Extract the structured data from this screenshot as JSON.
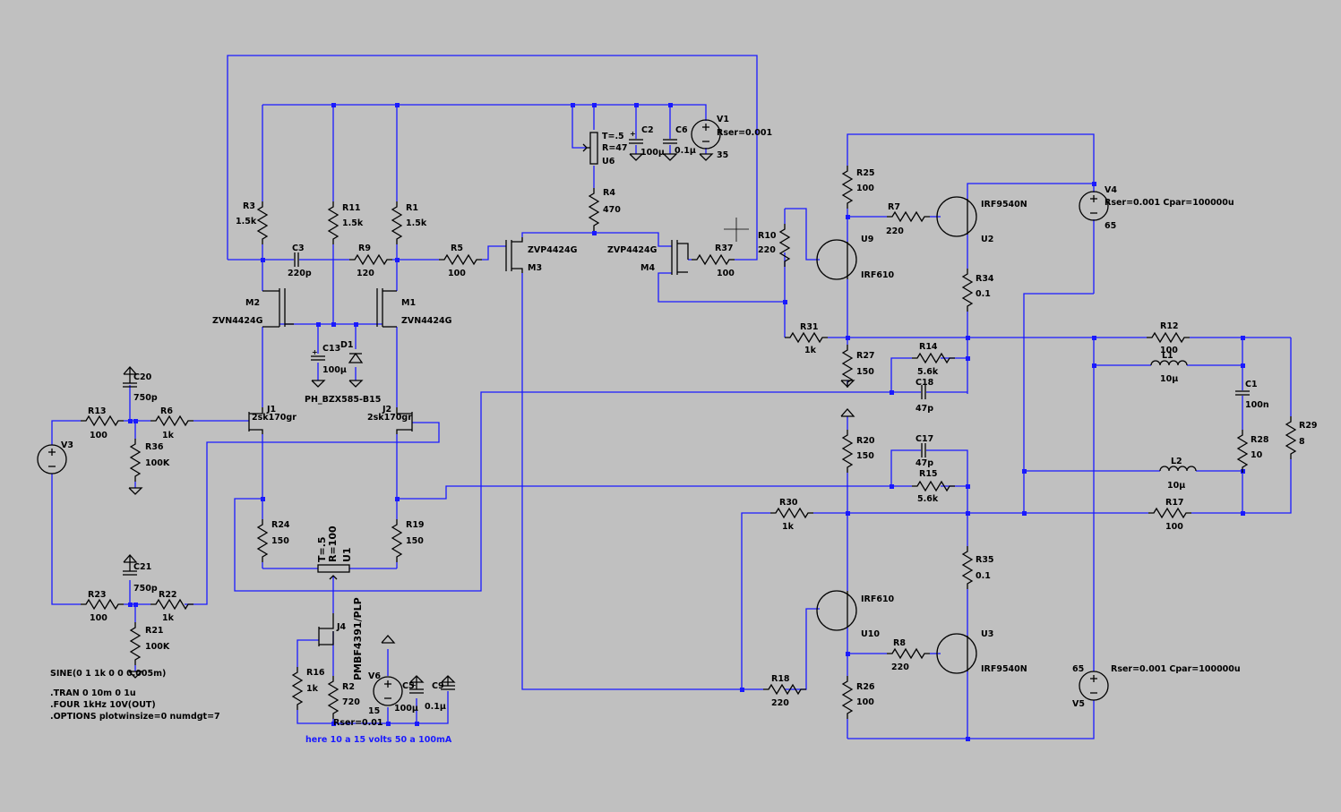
{
  "components": {
    "V1": {
      "name": "V1",
      "param": "Rser=0.001",
      "value": "35"
    },
    "V3": {
      "name": "V3"
    },
    "V4": {
      "name": "V4",
      "param": "Rser=0.001 Cpar=100000u",
      "value": "65"
    },
    "V5": {
      "name": "V5",
      "param": "Rser=0.001 Cpar=100000u",
      "value": "65"
    },
    "V6": {
      "name": "V6",
      "param": "Rser=0.01",
      "value": "15"
    },
    "R1": {
      "name": "R1",
      "value": "1.5k"
    },
    "R2": {
      "name": "R2",
      "value": "720"
    },
    "R3": {
      "name": "R3",
      "value": "1.5k"
    },
    "R4": {
      "name": "R4",
      "value": "470"
    },
    "R5": {
      "name": "R5",
      "value": "100"
    },
    "R6": {
      "name": "R6",
      "value": "1k"
    },
    "R7": {
      "name": "R7",
      "value": "220"
    },
    "R8": {
      "name": "R8",
      "value": "220"
    },
    "R9": {
      "name": "R9",
      "value": "120"
    },
    "R10": {
      "name": "R10",
      "value": "220"
    },
    "R11": {
      "name": "R11",
      "value": "1.5k"
    },
    "R12": {
      "name": "R12",
      "value": "100"
    },
    "R13": {
      "name": "R13",
      "value": "100"
    },
    "R14": {
      "name": "R14",
      "value": "5.6k"
    },
    "R15": {
      "name": "R15",
      "value": "5.6k"
    },
    "R16": {
      "name": "R16",
      "value": "1k"
    },
    "R17": {
      "name": "R17",
      "value": "100"
    },
    "R18": {
      "name": "R18",
      "value": "220"
    },
    "R19": {
      "name": "R19",
      "value": "150"
    },
    "R20": {
      "name": "R20",
      "value": "150"
    },
    "R21": {
      "name": "R21",
      "value": "100K"
    },
    "R22": {
      "name": "R22",
      "value": "1k"
    },
    "R23": {
      "name": "R23",
      "value": "100"
    },
    "R24": {
      "name": "R24",
      "value": "150"
    },
    "R25": {
      "name": "R25",
      "value": "100"
    },
    "R26": {
      "name": "R26",
      "value": "100"
    },
    "R27": {
      "name": "R27",
      "value": "150"
    },
    "R28": {
      "name": "R28",
      "value": "10"
    },
    "R29": {
      "name": "R29",
      "value": "8"
    },
    "R30": {
      "name": "R30",
      "value": "1k"
    },
    "R31": {
      "name": "R31",
      "value": "1k"
    },
    "R34": {
      "name": "R34",
      "value": "0.1"
    },
    "R35": {
      "name": "R35",
      "value": "0.1"
    },
    "R36": {
      "name": "R36",
      "value": "100K"
    },
    "R37": {
      "name": "R37",
      "value": "100"
    },
    "C1": {
      "name": "C1",
      "value": "100n"
    },
    "C2": {
      "name": "C2",
      "value": "100µ"
    },
    "C3": {
      "name": "C3",
      "value": "220p"
    },
    "C5": {
      "name": "C5",
      "value": "100µ"
    },
    "C6": {
      "name": "C6",
      "value": "0.1µ"
    },
    "C9": {
      "name": "C9",
      "value": "0.1µ"
    },
    "C13": {
      "name": "C13",
      "value": "100µ"
    },
    "C17": {
      "name": "C17",
      "value": "47p"
    },
    "C18": {
      "name": "C18",
      "value": "47p"
    },
    "C20": {
      "name": "C20",
      "value": "750p"
    },
    "C21": {
      "name": "C21",
      "value": "750p"
    },
    "L1": {
      "name": "L1",
      "value": "10µ"
    },
    "L2": {
      "name": "L2",
      "value": "10µ"
    },
    "D1": {
      "name": "D1",
      "value": "PH_BZX585-B15"
    },
    "M1": {
      "name": "M1",
      "value": "ZVN4424G"
    },
    "M2": {
      "name": "M2",
      "value": "ZVN4424G"
    },
    "M3": {
      "name": "M3",
      "value": "ZVP4424G"
    },
    "M4": {
      "name": "M4",
      "value": "ZVP4424G"
    },
    "J1": {
      "name": "J1",
      "value": "2sk170gr"
    },
    "J2": {
      "name": "J2",
      "value": "2sk170gr"
    },
    "J4": {
      "name": "J4",
      "value": "PMBF4391/PLP"
    },
    "U1": {
      "name": "U1",
      "value": "R=100",
      "param": "T=.5"
    },
    "U2": {
      "name": "U2",
      "value": "IRF9540N"
    },
    "U3": {
      "name": "U3",
      "value": "IRF9540N"
    },
    "U6": {
      "name": "U6",
      "value": "R=47",
      "param": "T=.5"
    },
    "U9": {
      "name": "U9",
      "value": "IRF610"
    },
    "U10": {
      "name": "U10",
      "value": "IRF610"
    }
  },
  "directives": {
    "source": "SINE(0 1 1k 0 0 0.005m)",
    "tran": ".TRAN 0 10m 0 1u",
    "four": ".FOUR 1kHz 10V(OUT)",
    "options": ".OPTIONS plotwinsize=0 numdgt=7"
  },
  "comment": "here 10 a 15 volts 50 a 100mA",
  "colors": {
    "background": "#c0c0c0",
    "wire": "#1a1aff",
    "component": "#000000"
  }
}
